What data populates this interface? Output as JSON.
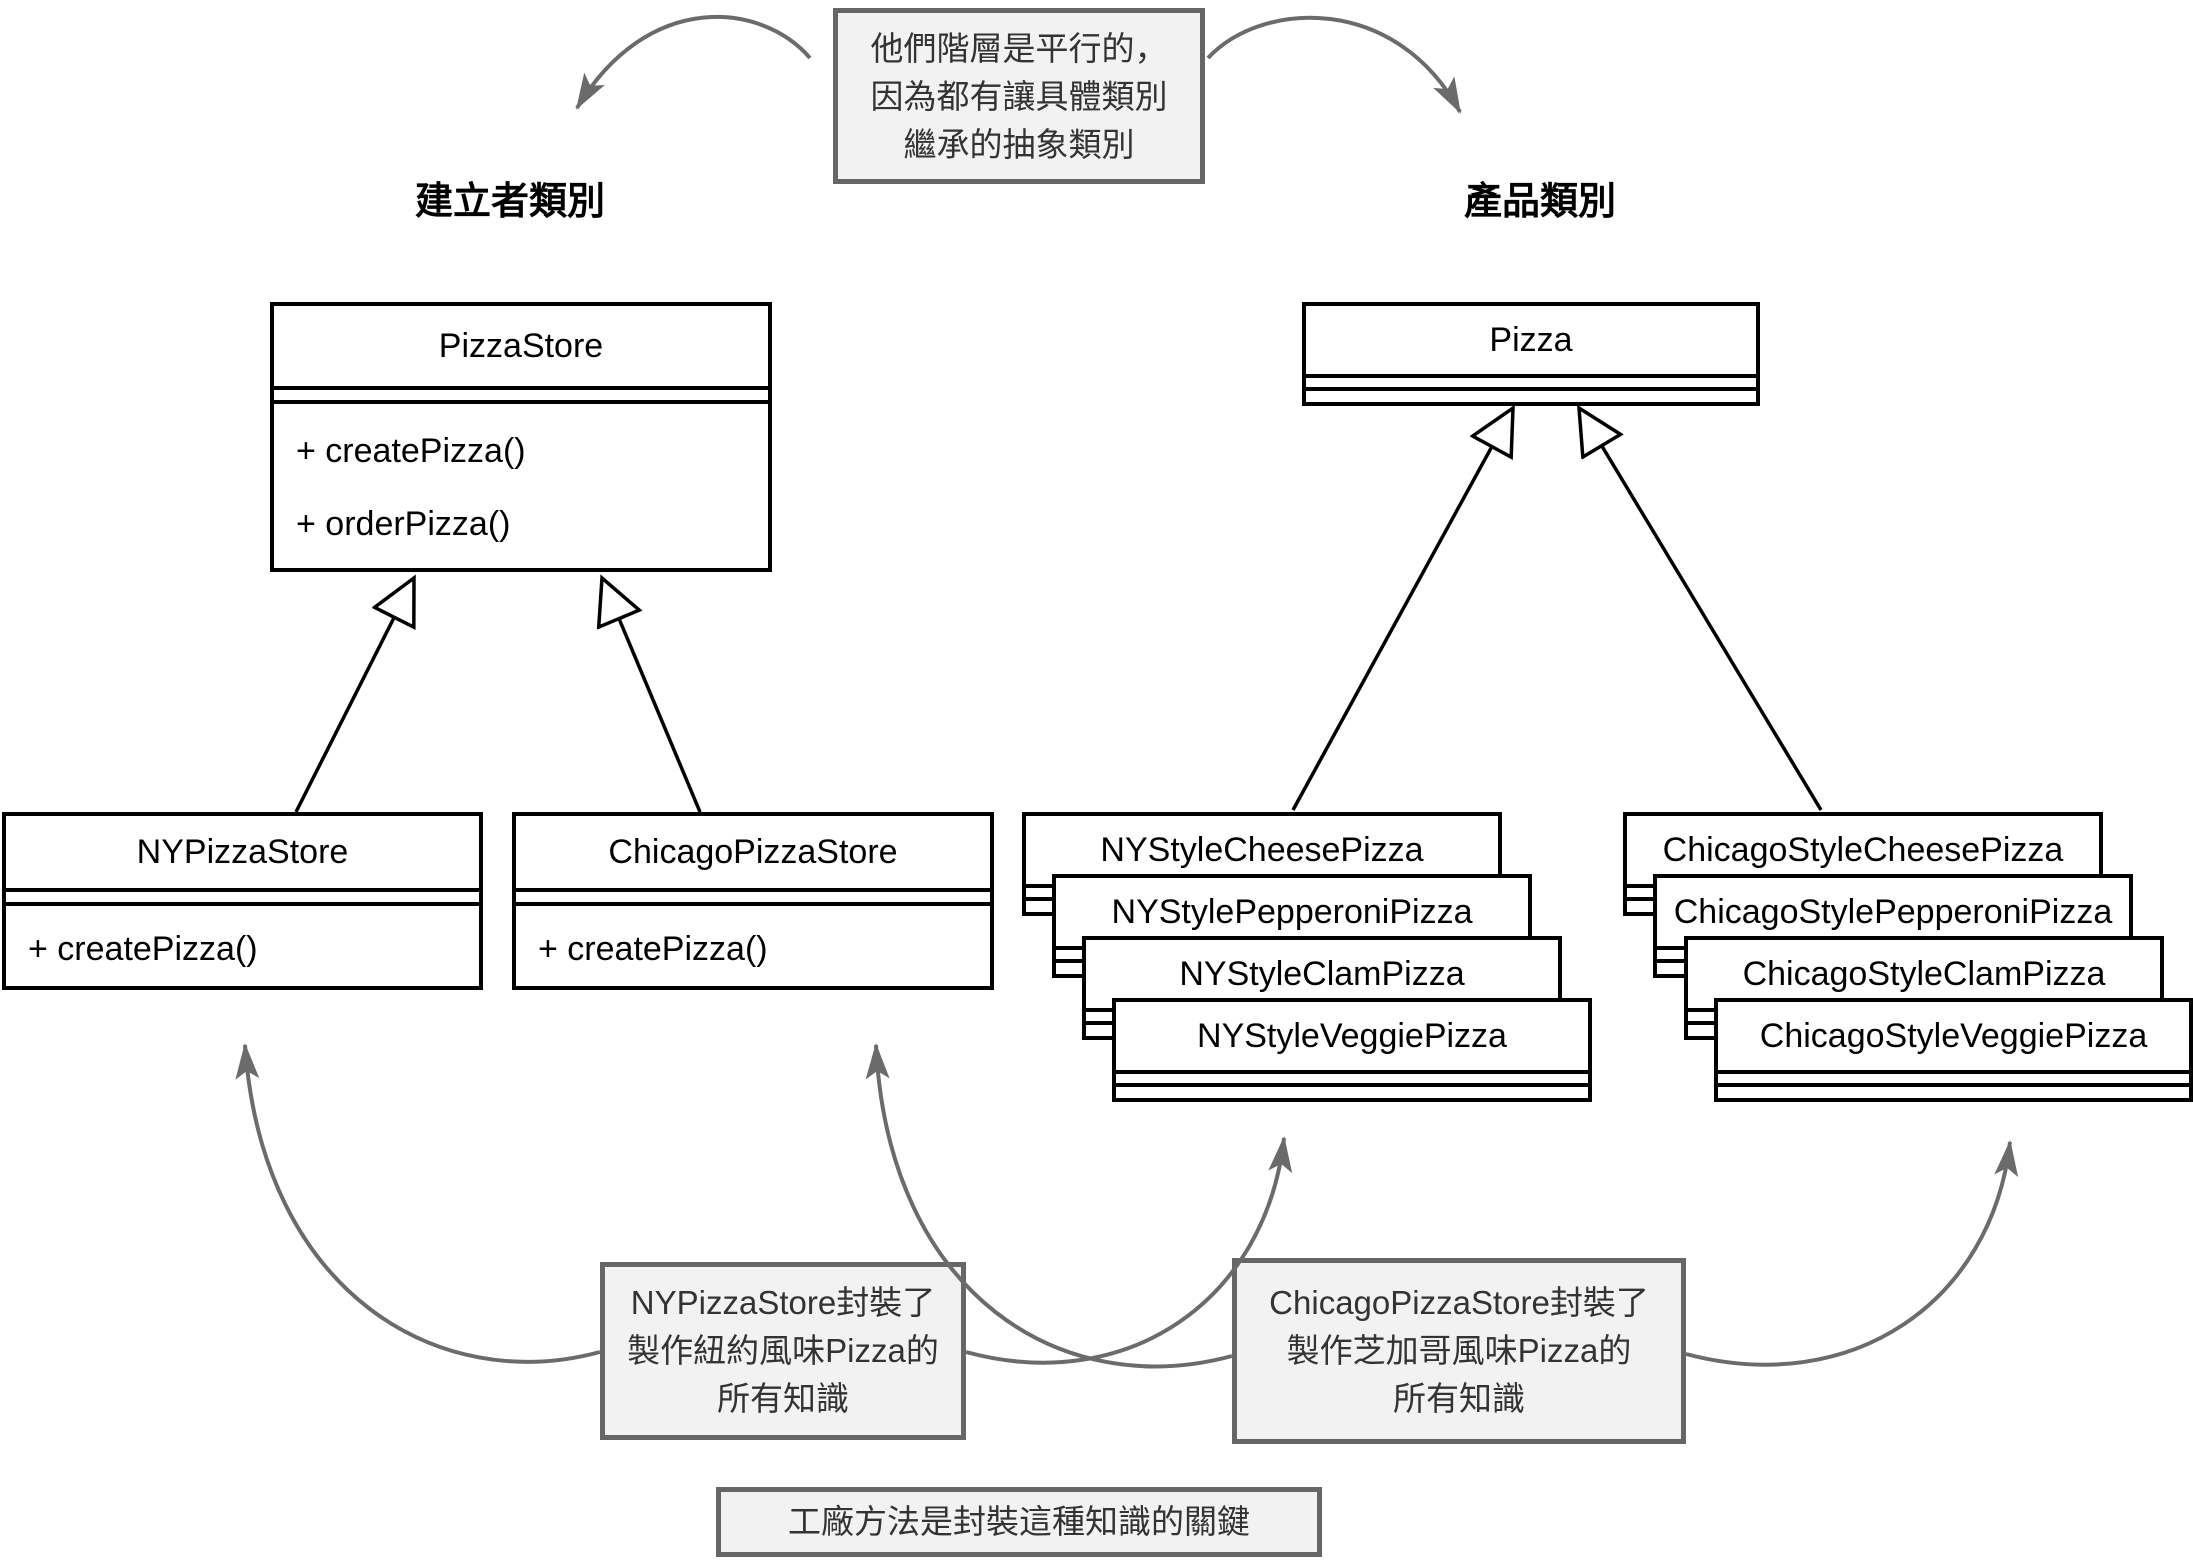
{
  "diagram": {
    "top_note": {
      "lines": [
        "他們階層是平行的，",
        "因為都有讓具體類別",
        "繼承的抽象類別"
      ]
    },
    "headings": {
      "creator": "建立者類別",
      "product": "產品類別"
    },
    "classes": {
      "pizza_store": {
        "name": "PizzaStore",
        "methods": [
          "+ createPizza()",
          "+ orderPizza()"
        ]
      },
      "pizza": {
        "name": "Pizza"
      },
      "ny_pizza_store": {
        "name": "NYPizzaStore",
        "methods": [
          "+ createPizza()"
        ]
      },
      "chicago_pizza_store": {
        "name": "ChicagoPizzaStore",
        "methods": [
          "+ createPizza()"
        ]
      }
    },
    "ny_stack": [
      "NYStyleCheesePizza",
      "NYStylePepperoniPizza",
      "NYStyleClamPizza",
      "NYStyleVeggiePizza"
    ],
    "chicago_stack": [
      "ChicagoStyleCheesePizza",
      "ChicagoStylePepperoniPizza",
      "ChicagoStyleClamPizza",
      "ChicagoStyleVeggiePizza"
    ],
    "ny_note": {
      "lines": [
        "NYPizzaStore封裝了",
        "製作紐約風味Pizza的",
        "所有知識"
      ]
    },
    "chicago_note": {
      "lines": [
        "ChicagoPizzaStore封裝了",
        "製作芝加哥風味Pizza的",
        "所有知識"
      ]
    },
    "bottom_note": "工廠方法是封裝這種知識的關鍵",
    "colors": {
      "note_bg": "#f2f2f2",
      "note_border": "#666666",
      "arrow_gray": "#6b6b6b",
      "line_black": "#000000"
    }
  }
}
